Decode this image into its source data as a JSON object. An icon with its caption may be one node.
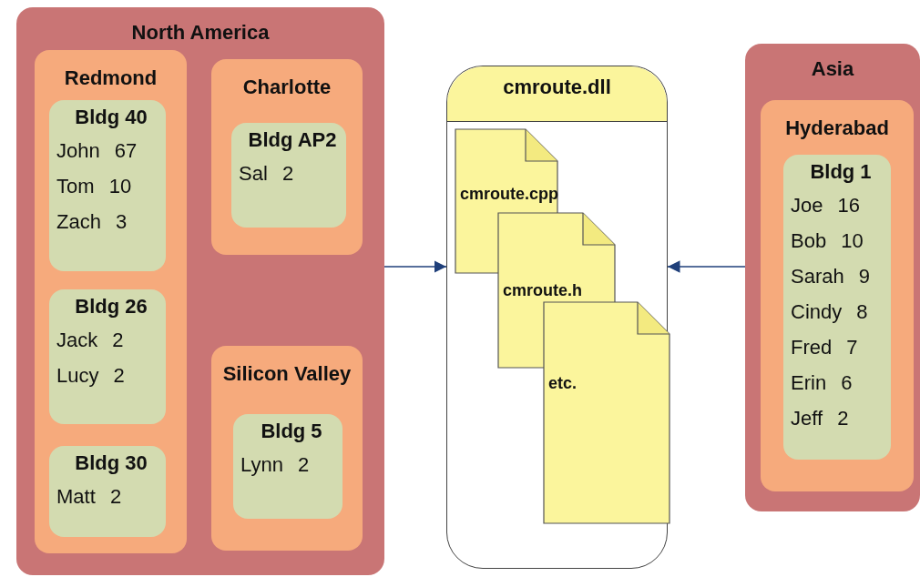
{
  "diagram": {
    "nodes": [
      {
        "text": [
          "North America"
        ]
      },
      {
        "text": [
          "Redmond"
        ],
        "in": 0
      },
      {
        "text": [
          "Bldg 40",
          "John 67",
          "Tom 10",
          "Zach 3"
        ],
        "in": 1
      },
      {
        "text": [
          "Bldg 26",
          "Jack 2",
          "Lucy 2"
        ],
        "in": 1
      },
      {
        "text": [
          "Bldg 30",
          "Matt 2"
        ],
        "in": 1
      },
      {
        "text": [
          "Charlotte"
        ],
        "in": 0
      },
      {
        "text": [
          "Bldg AP2",
          "Sal 2"
        ],
        "in": 5
      },
      {
        "text": [
          "Silicon Valley"
        ],
        "in": 0
      },
      {
        "text": [
          "Bldg 5",
          "Lynn 2"
        ],
        "in": 7
      },
      {
        "text": [
          "cmroute.dll"
        ]
      },
      {
        "text": [
          "cmroute.cpp"
        ],
        "in": 9
      },
      {
        "text": [
          "cmroute.h"
        ],
        "in": 9
      },
      {
        "text": [
          "etc."
        ],
        "in": 9
      },
      {
        "text": [
          "Asia"
        ]
      },
      {
        "text": [
          "Hyderabad"
        ],
        "in": 13
      },
      {
        "text": [
          "Bldg 1",
          "Joe 16",
          "Bob 10",
          "Sarah 9",
          "Cindy 8",
          "Fred 7",
          "Erin 6",
          "Jeff 2"
        ],
        "in": 14
      }
    ],
    "edges": [
      {
        "from": 0,
        "to": 9,
        "arrow": "to"
      },
      {
        "from": 13,
        "to": 9,
        "arrow": "to"
      }
    ]
  }
}
